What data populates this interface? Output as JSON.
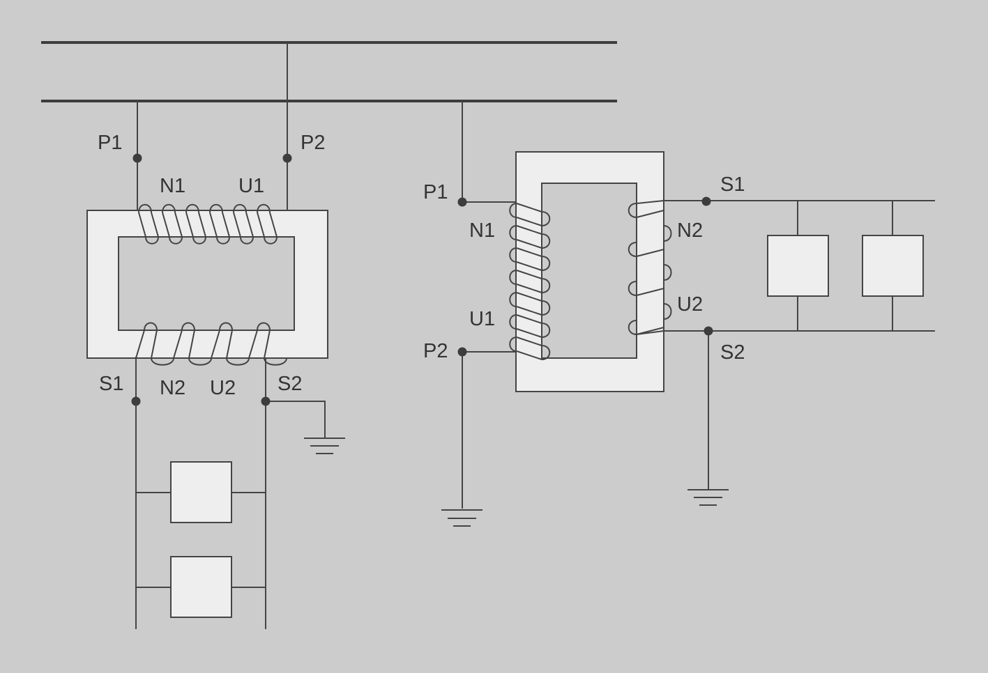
{
  "current_transformer": {
    "terminals": {
      "p1": "P1",
      "p2": "P2",
      "s1": "S1",
      "s2": "S2"
    },
    "winding_labels": {
      "n1": "N1",
      "u1": "U1",
      "n2": "N2",
      "u2": "U2"
    },
    "primary_turns_drawn": 6,
    "secondary_turns_drawn": 4,
    "load_count": 2
  },
  "voltage_transformer": {
    "terminals": {
      "p1": "P1",
      "p2": "P2",
      "s1": "S1",
      "s2": "S2"
    },
    "winding_labels": {
      "n1": "N1",
      "u1": "U1",
      "n2": "N2",
      "u2": "U2"
    },
    "primary_turns_drawn": 7,
    "secondary_turns_drawn": 4,
    "load_count": 2
  }
}
